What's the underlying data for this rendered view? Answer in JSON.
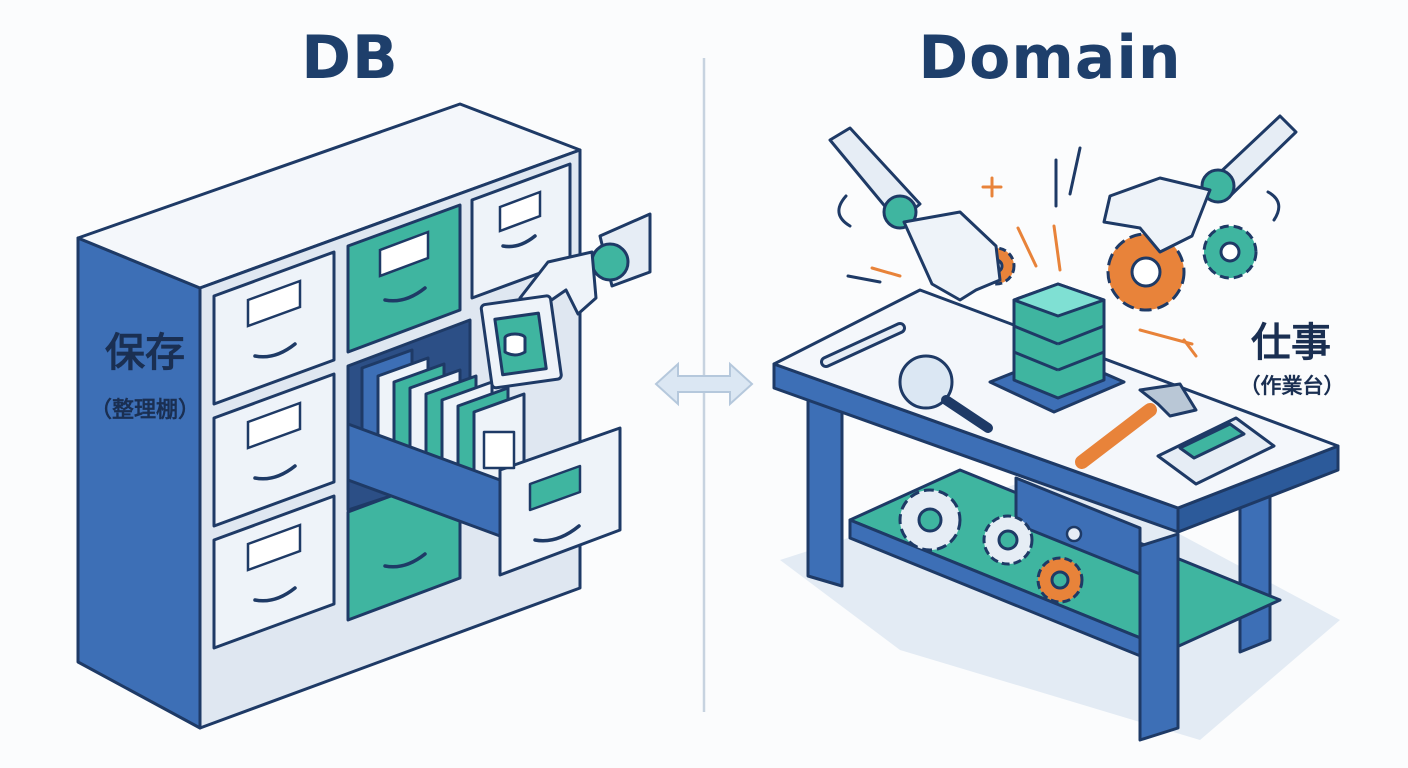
{
  "left_panel": {
    "title": "DB",
    "label": "保存",
    "sublabel": "（整理棚）"
  },
  "right_panel": {
    "title": "Domain",
    "label": "仕事",
    "sublabel": "（作業台）"
  },
  "connector": {
    "icon": "double-arrow-icon"
  },
  "colors": {
    "navy": "#1e3f6b",
    "blue": "#3d6fb6",
    "teal": "#3fb5a0",
    "orange": "#e8833a",
    "light": "#e8eef5"
  }
}
